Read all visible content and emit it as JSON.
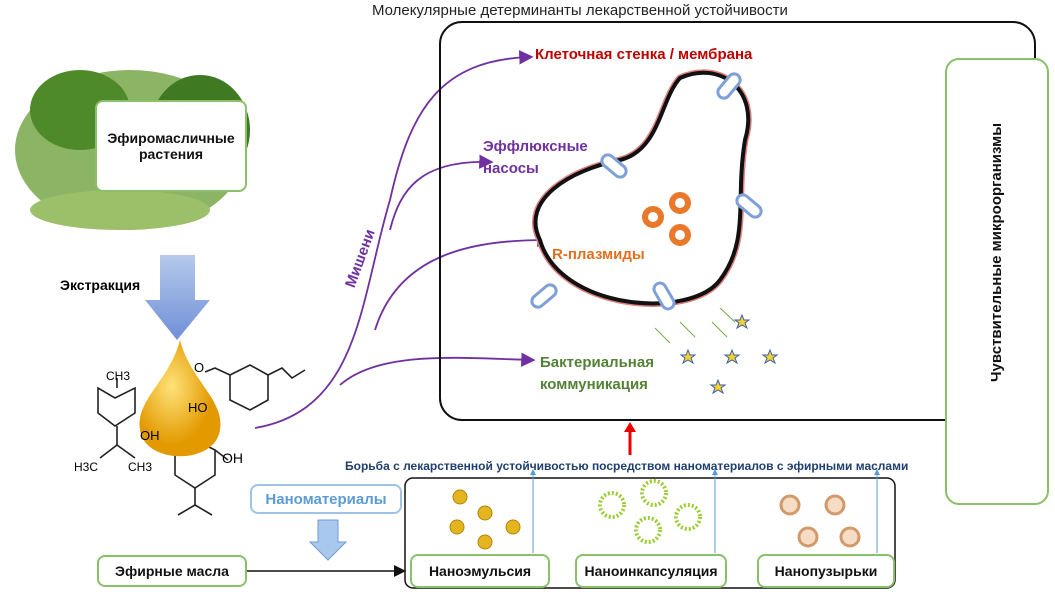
{
  "title": "Молекулярные детерминанты лекарственной устойчивости",
  "plants_label": "Эфиромасличные растения",
  "extraction_label": "Экстракция",
  "molecules": {
    "ch3": "CH3",
    "oh1": "OH",
    "h3c": "H3C",
    "ch3b": "CH3",
    "o": "O",
    "ho": "HO",
    "oh2": "OH"
  },
  "nanomaterials_label": "Наноматериалы",
  "essential_oils_label": "Эфирные масла",
  "targets_label": "Мишени",
  "targets": [
    {
      "label": "Клеточная стенка / мембрана",
      "color": "#c00000"
    },
    {
      "label": "Эффлюксные насосы",
      "color": "#7030a0"
    },
    {
      "label": "R-плазмиды",
      "color": "#e07020"
    },
    {
      "label": "Бактериальная коммуникация",
      "color": "#548235"
    }
  ],
  "sensitive_label": "Чувствительные микроорганизмы",
  "combat_label": "Борьба с лекарственной устойчивостью посредством наноматериалов с эфирными маслами",
  "nano_types": [
    "Наноэмульсия",
    "Наноинкапсуляция",
    "Нанопузырьки"
  ]
}
